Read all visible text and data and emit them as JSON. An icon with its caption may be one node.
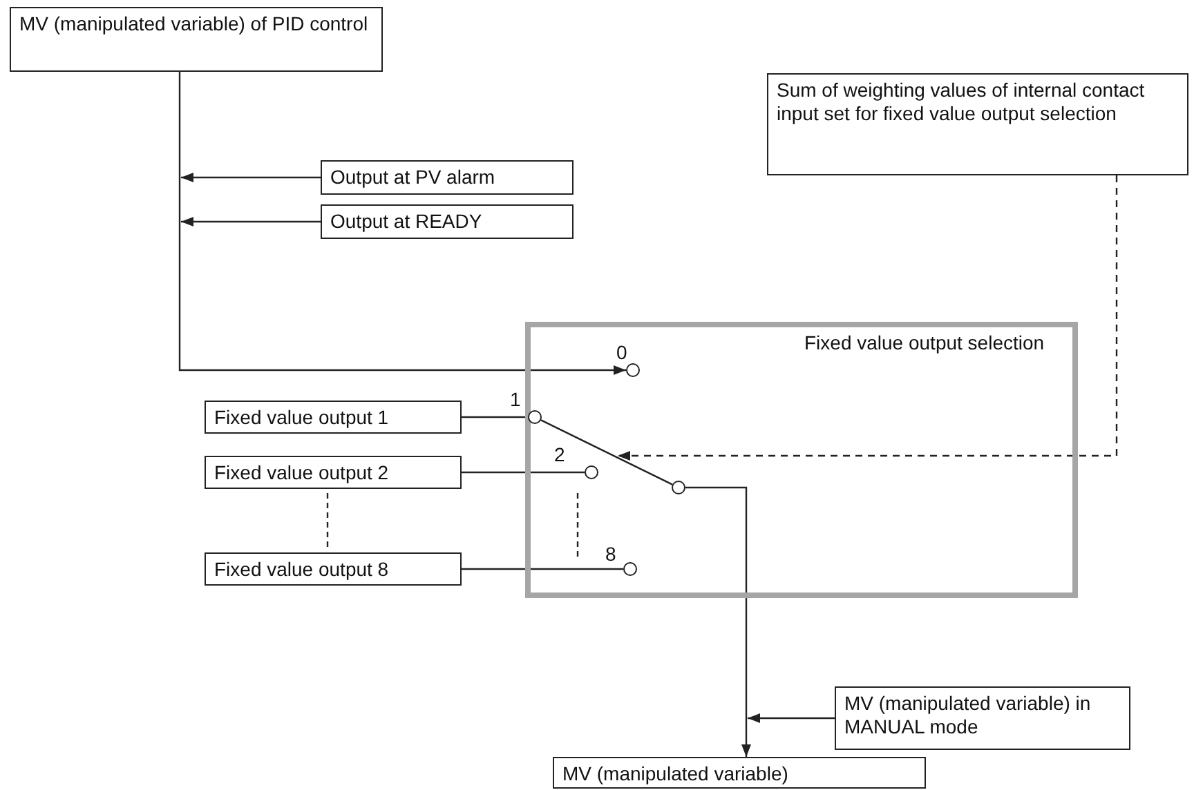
{
  "diagram": {
    "nodes": [
      {
        "text": [
          "MV (manipulated variable) of PID control"
        ]
      },
      {
        "text": [
          "Output at PV alarm"
        ]
      },
      {
        "text": [
          "Output at READY"
        ]
      },
      {
        "text": [
          "Sum of weighting values of internal contact input set for fixed value output selection"
        ]
      },
      {
        "text": [
          "Fixed value output selection"
        ]
      },
      {
        "text": [],
        "shape": "circle",
        "in": 4,
        "beside": [
          "0"
        ]
      },
      {
        "text": [],
        "shape": "circle",
        "in": 4,
        "beside": [
          "1"
        ]
      },
      {
        "text": [],
        "shape": "circle",
        "in": 4,
        "beside": [
          "2"
        ]
      },
      {
        "text": [],
        "shape": "circle",
        "in": 4,
        "beside": [
          "8"
        ]
      },
      {
        "text": [],
        "shape": "circle",
        "in": 4
      },
      {
        "text": [
          "Fixed value output 1"
        ]
      },
      {
        "text": [
          "Fixed value output 2"
        ]
      },
      {
        "text": [
          "Fixed value output 8"
        ]
      },
      {
        "text": [
          "MV (manipulated variable) in MANUAL mode"
        ]
      },
      {
        "text": [
          "MV (manipulated variable)"
        ]
      }
    ],
    "edges": [
      {
        "from": 0,
        "to": 5,
        "arrow": "to"
      },
      {
        "from": 1,
        "to": null,
        "arrow": "to"
      },
      {
        "from": 2,
        "to": null,
        "arrow": "to"
      },
      {
        "from": 3,
        "to": null,
        "arrow": "to",
        "style": "dashed"
      },
      {
        "from": 10,
        "to": 6,
        "arrow": "none"
      },
      {
        "from": 11,
        "to": 7,
        "arrow": "none"
      },
      {
        "from": 12,
        "to": 8,
        "arrow": "none"
      },
      {
        "from": 9,
        "to": 6,
        "arrow": "none"
      },
      {
        "from": 9,
        "to": 14,
        "arrow": "to"
      },
      {
        "from": 13,
        "to": null,
        "arrow": "to"
      }
    ]
  }
}
